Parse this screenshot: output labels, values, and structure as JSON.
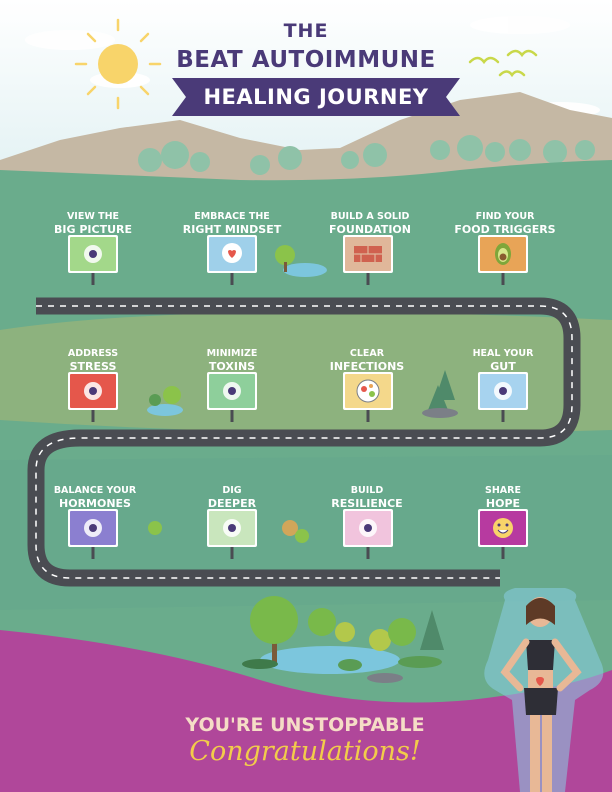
{
  "title": {
    "the": "THE",
    "line1": "BEAT AUTOIMMUNE",
    "line2": "HEALING JOURNEY"
  },
  "steps": [
    {
      "line1": "VIEW THE",
      "line2": "BIG PICTURE",
      "icon": "binoculars-icon"
    },
    {
      "line1": "EMBRACE THE",
      "line2": "RIGHT MINDSET",
      "icon": "heart-head-icon"
    },
    {
      "line1": "BUILD A SOLID",
      "line2": "FOUNDATION",
      "icon": "bricks-icon"
    },
    {
      "line1": "FIND YOUR",
      "line2": "FOOD TRIGGERS",
      "icon": "avocado-icon"
    },
    {
      "line1": "ADDRESS",
      "line2": "STRESS",
      "icon": "stressed-person-icon"
    },
    {
      "line1": "MINIMIZE",
      "line2": "TOXINS",
      "icon": "toxins-icon"
    },
    {
      "line1": "CLEAR",
      "line2": "INFECTIONS",
      "icon": "petri-dish-icon"
    },
    {
      "line1": "HEAL YOUR",
      "line2": "GUT",
      "icon": "gut-magnifier-icon"
    },
    {
      "line1": "BALANCE YOUR",
      "line2": "HORMONES",
      "icon": "scales-icon"
    },
    {
      "line1": "DIG",
      "line2": "DEEPER",
      "icon": "tree-roots-icon"
    },
    {
      "line1": "BUILD",
      "line2": "RESILIENCE",
      "icon": "resilience-plant-icon"
    },
    {
      "line1": "SHARE",
      "line2": "HOPE",
      "icon": "smiley-icon"
    }
  ],
  "footer": {
    "line1": "YOU'RE UNSTOPPABLE",
    "line2": "Congratulations!"
  },
  "colors": {
    "sky": "#e6f4f6",
    "mountain": "#c5b8a4",
    "grass": "#6aac8c",
    "road": "#4a4c52",
    "title": "#4a3a78",
    "sun": "#f8d46a",
    "purple": "#b0479a",
    "sign_colors": [
      "#a3d88a",
      "#9fd0ea",
      "#e0b79a",
      "#e8a457",
      "#e5574b",
      "#8ecf9b",
      "#f4d88b",
      "#a7d3ef",
      "#8b7fd0",
      "#c9e6bd",
      "#f1c4dd",
      "#b73aa0"
    ]
  }
}
